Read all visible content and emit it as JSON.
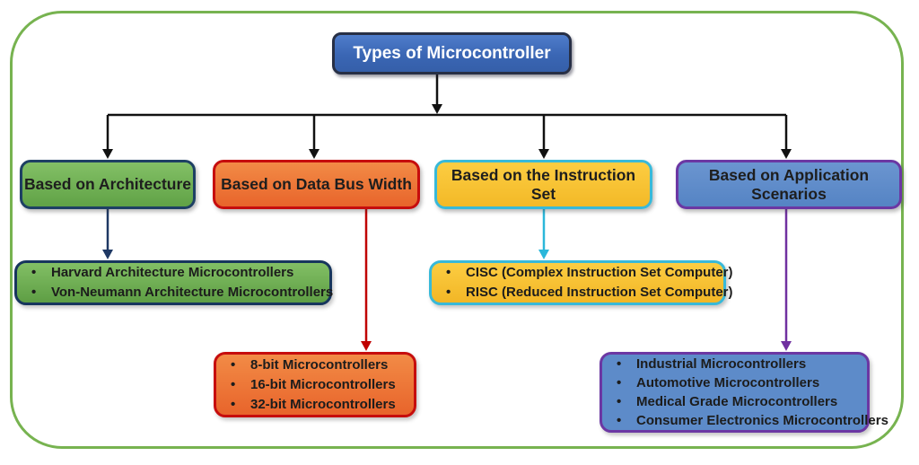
{
  "root": {
    "label": "Types of Microcontroller"
  },
  "bullet": "•",
  "branches": [
    {
      "label": "Based on Architecture",
      "items": [
        "Harvard Architecture Microcontrollers",
        "Von-Neumann Architecture Microcontrollers"
      ]
    },
    {
      "label": "Based on Data Bus Width",
      "items": [
        "8-bit Microcontrollers",
        "16-bit Microcontrollers",
        "32-bit Microcontrollers"
      ]
    },
    {
      "label": "Based on the Instruction Set",
      "items": [
        "CISC (Complex Instruction Set Computer)",
        "RISC (Reduced Instruction Set Computer)"
      ]
    },
    {
      "label": "Based on Application Scenarios",
      "items": [
        "Industrial Microcontrollers",
        "Automotive Microcontrollers",
        "Medical Grade Microcontrollers",
        "Consumer Electronics Microcontrollers"
      ]
    }
  ],
  "colors": {
    "frame_border": "#77b350",
    "root_fill": "#3a66b4",
    "root_border": "#272f45",
    "architecture_fill": "#6aae4f",
    "architecture_border": "#1e4064",
    "data_bus_fill": "#ec7133",
    "data_bus_border": "#c60d0d",
    "instruction_fill": "#f7c02f",
    "instruction_border": "#38b9d9",
    "application_fill": "#5d8bc9",
    "application_border": "#6b37a3",
    "connector_black": "#111111",
    "connector_navy": "#1f3864",
    "connector_red": "#c00000",
    "connector_cyan": "#2bb7da",
    "connector_purple": "#7030a0"
  }
}
